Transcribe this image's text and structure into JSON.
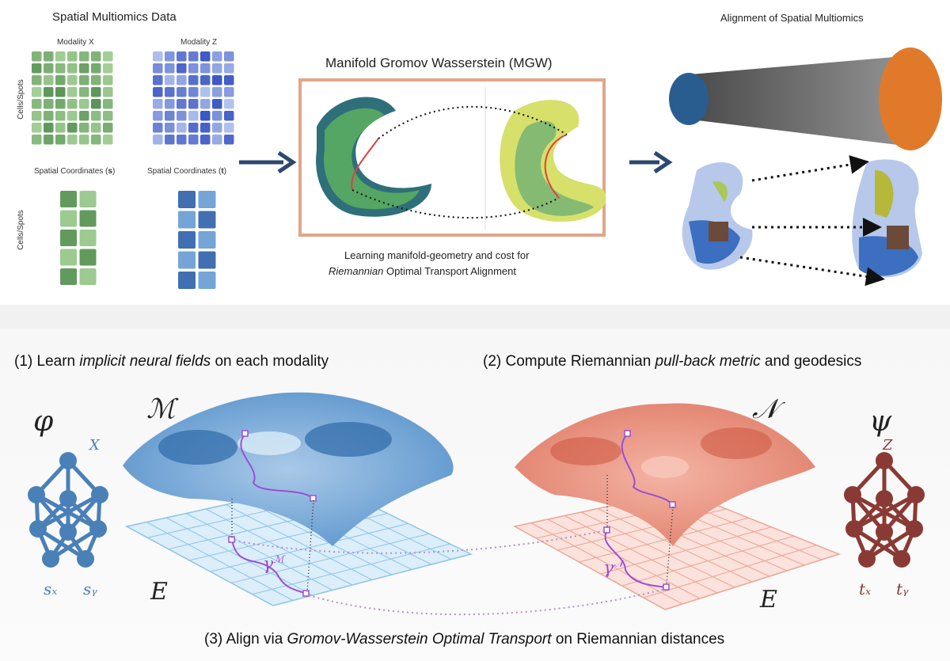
{
  "top": {
    "left_title": "Spatial Multiomics Data",
    "modality_x": "Modality X",
    "modality_z": "Modality Z",
    "cells_spots": "Cells/Spots",
    "spatial_s_prefix": "Spatial Coordinates (",
    "spatial_s_var": "s",
    "spatial_t_prefix": "Spatial Coordinates (",
    "spatial_t_var": "t",
    "close_paren": ")",
    "center_title": "Manifold Gromov Wasserstein (MGW)",
    "caption_line1": "Learning manifold-geometry and cost for",
    "caption_line2_italic": "Riemannian",
    "caption_line2_rest": " Optimal Transport Alignment",
    "right_title": "Alignment of Spatial Multiomics"
  },
  "bottom": {
    "step1_prefix": "(1) Learn ",
    "step1_italic": "implicit neural fields",
    "step1_suffix": " on each modality",
    "step2_prefix": "(2) Compute Riemannian ",
    "step2_italic": "pull-back metric",
    "step2_suffix": " and geodesics",
    "step3_prefix": "(3) Align via ",
    "step3_italic": "Gromov-Wasserstein Optimal Transport",
    "step3_suffix": " on Riemannian distances",
    "phi": "φ",
    "psi": "ψ",
    "manifold_m": "ℳ",
    "manifold_n": "𝒩",
    "e_left": "E",
    "e_right": "E",
    "x_var": "X",
    "z_var": "Z",
    "sx": "sₓ",
    "sy": "sᵧ",
    "tx": "tₓ",
    "ty": "tᵧ",
    "gamma_m": "γ",
    "gamma_m_sup": "ℳ",
    "gamma_n": "γ",
    "gamma_n_sup": "𝒩"
  },
  "colors": {
    "green_dark": "#5a9457",
    "green_light": "#a8d39a",
    "blue_dark": "#3b55c4",
    "blue_light": "#b3c3ef",
    "navy_arrow": "#2c4870",
    "box_border": "#e0a68a",
    "network_blue": "#4a80b8",
    "network_red": "#8a3a34",
    "purple": "#9b4fd6"
  }
}
